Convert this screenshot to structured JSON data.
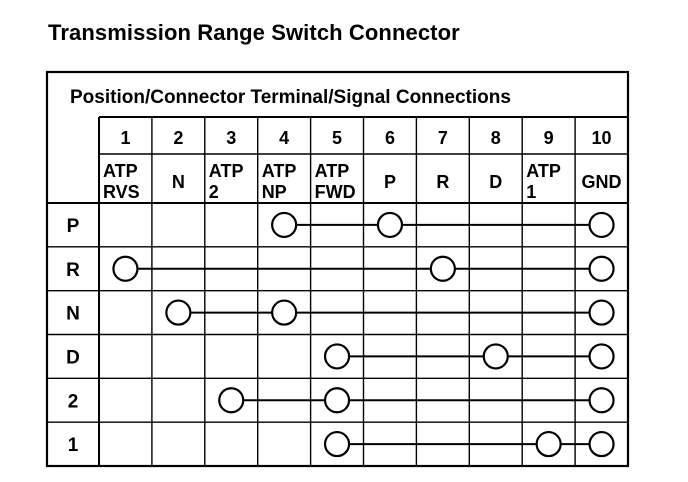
{
  "title": "Transmission Range Switch Connector",
  "table_header": "Position/Connector Terminal/Signal Connections",
  "terminals": [
    {
      "number": "1",
      "signal": [
        "ATP",
        "RVS"
      ]
    },
    {
      "number": "2",
      "signal": [
        "N"
      ]
    },
    {
      "number": "3",
      "signal": [
        "ATP",
        "2"
      ]
    },
    {
      "number": "4",
      "signal": [
        "ATP",
        "NP"
      ]
    },
    {
      "number": "5",
      "signal": [
        "ATP",
        "FWD"
      ]
    },
    {
      "number": "6",
      "signal": [
        "P"
      ]
    },
    {
      "number": "7",
      "signal": [
        "R"
      ]
    },
    {
      "number": "8",
      "signal": [
        "D"
      ]
    },
    {
      "number": "9",
      "signal": [
        "ATP",
        "1"
      ]
    },
    {
      "number": "10",
      "signal": [
        "GND"
      ]
    }
  ],
  "positions": [
    {
      "label": "P",
      "connected_terminals": [
        4,
        6,
        10
      ]
    },
    {
      "label": "R",
      "connected_terminals": [
        1,
        7,
        10
      ]
    },
    {
      "label": "N",
      "connected_terminals": [
        2,
        4,
        10
      ]
    },
    {
      "label": "D",
      "connected_terminals": [
        5,
        8,
        10
      ]
    },
    {
      "label": "2",
      "connected_terminals": [
        3,
        5,
        10
      ]
    },
    {
      "label": "1",
      "connected_terminals": [
        5,
        9,
        10
      ]
    }
  ]
}
